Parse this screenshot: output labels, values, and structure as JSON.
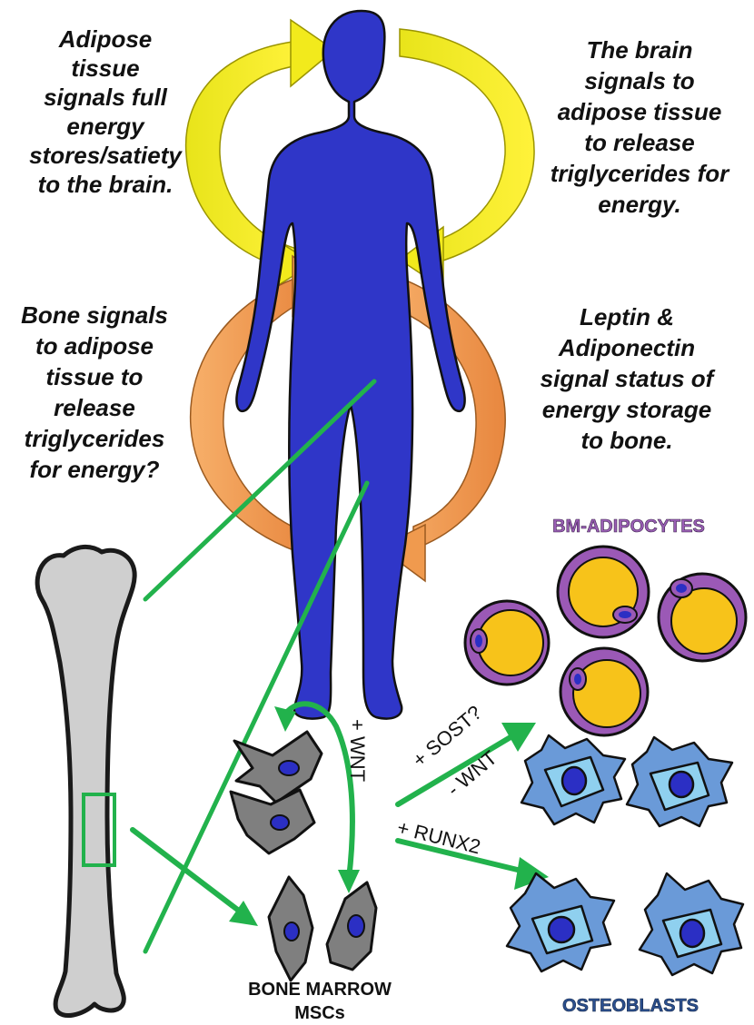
{
  "labels": {
    "top_left": [
      "Adipose",
      "tissue",
      "signals full",
      "energy",
      "stores/satiety",
      "to the brain."
    ],
    "top_right": [
      "The brain",
      "signals to",
      "adipose tissue",
      "to release",
      "triglycerides for",
      "energy."
    ],
    "mid_left": [
      "Bone signals",
      "to adipose",
      "tissue to",
      "release",
      "triglycerides",
      "for energy?"
    ],
    "mid_right": [
      "Leptin &",
      "Adiponectin",
      "signal status of",
      "energy storage",
      "to bone."
    ],
    "bm_adipocytes": "BM-ADIPOCYTES",
    "osteoblasts": "OSTEOBLASTS",
    "msc_line1": "BONE MARROW",
    "msc_line2": "MSCs",
    "wnt_self": "+ WNT",
    "sost": "+ SOST?",
    "minus_wnt": "- WNT",
    "runx2": "+ RUNX2"
  },
  "colors": {
    "body": "#2f36c8",
    "yellow_arrow": "#f2ea1c",
    "orange_arrow": "#f09a4e",
    "green_arrow": "#22b24c",
    "bone": "#cfcfcf",
    "adipocyte_ring": "#9b59b6",
    "adipocyte_fill": "#f7c31a",
    "osteoblast": "#6a9ad8",
    "osteoblast_inner": "#8fd0ef",
    "nucleus": "#2b2fc4",
    "label_purple": "#9a5fb5",
    "label_blue": "#2b4f8e"
  }
}
